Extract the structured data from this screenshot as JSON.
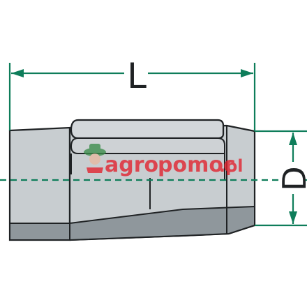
{
  "diagram": {
    "dimensions": {
      "length_label": "L",
      "diameter_label": "D"
    },
    "watermark": {
      "brand_left": "agro",
      "brand_right": "pomoc",
      "tld": ".pl"
    },
    "colors": {
      "body_fill": "#c8cdd0",
      "body_dark": "#8f979c",
      "outline": "#1f2224",
      "dimension": "#0e7d5a",
      "watermark_red": "#e2202b",
      "watermark_green": "#3a8c4a"
    }
  }
}
